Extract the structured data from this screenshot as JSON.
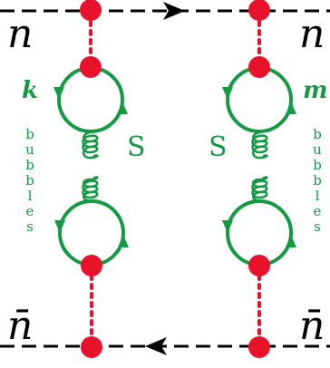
{
  "labels": {
    "top_left": "n",
    "top_right": "n",
    "bottom_left": "n̄",
    "bottom_right": "n̄",
    "left_index": "k",
    "right_index": "m",
    "left_s": "S",
    "right_s": "S",
    "left_word": "bubbles",
    "right_word": "bubbles"
  },
  "colors": {
    "line": "#000000",
    "vertex": "#e8132b",
    "loop": "#159a44"
  }
}
